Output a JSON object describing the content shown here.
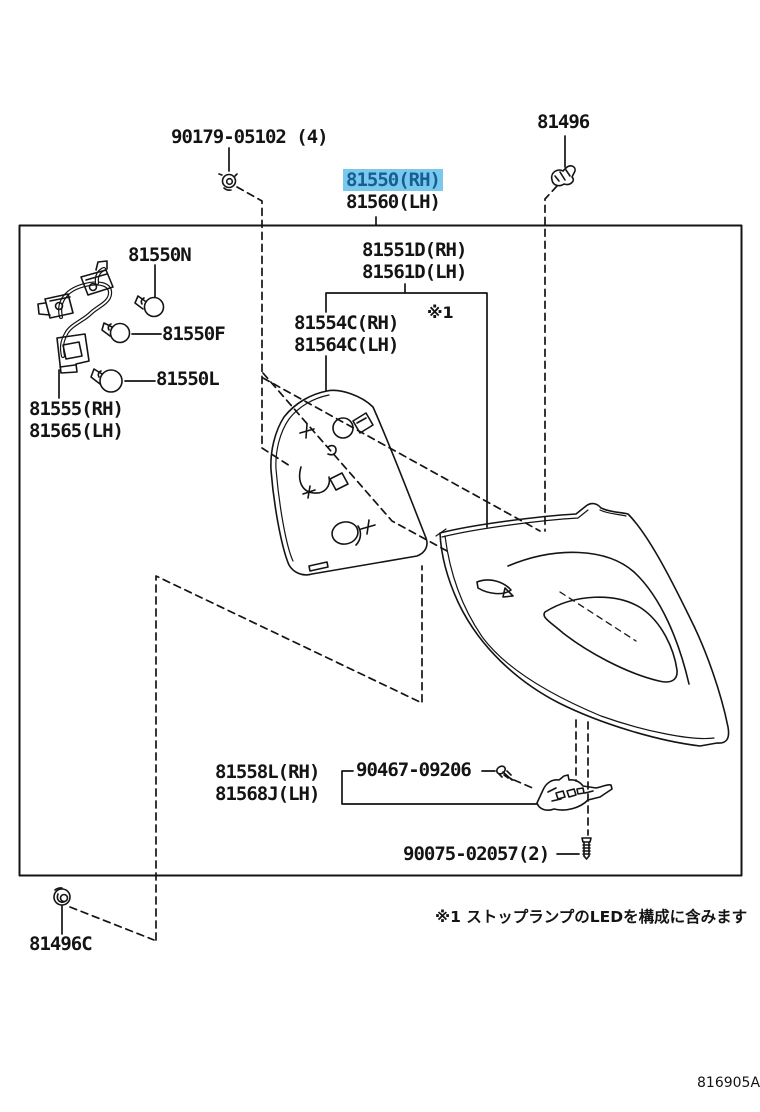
{
  "diagram": {
    "figure_code": "816905A",
    "footnote": "※1 ストップランプのLEDを構成に含みます",
    "ref_marker": "※1",
    "colors": {
      "highlight_bg": "#79c9ee",
      "highlight_text": "#175f92",
      "line": "#141414"
    },
    "labels": {
      "nut_top": "90179-05102 (4)",
      "clip_top": "81496",
      "assy_rh": "81550(RH)",
      "assy_lh": "81560(LH)",
      "bulb_n": "81550N",
      "bulb_f": "81550F",
      "bulb_l": "81550L",
      "cord_rh": "81555(RH)",
      "cord_lh": "81565(LH)",
      "body_rh": "81551D(RH)",
      "body_lh": "81561D(LH)",
      "gasket_rh": "81554C(RH)",
      "gasket_lh": "81564C(LH)",
      "bracket_rh": "81558L(RH)",
      "bracket_lh": "81568J(LH)",
      "screw": "90467-09206",
      "bolt": "90075-02057(2)",
      "clip_bottom": "81496C"
    }
  }
}
